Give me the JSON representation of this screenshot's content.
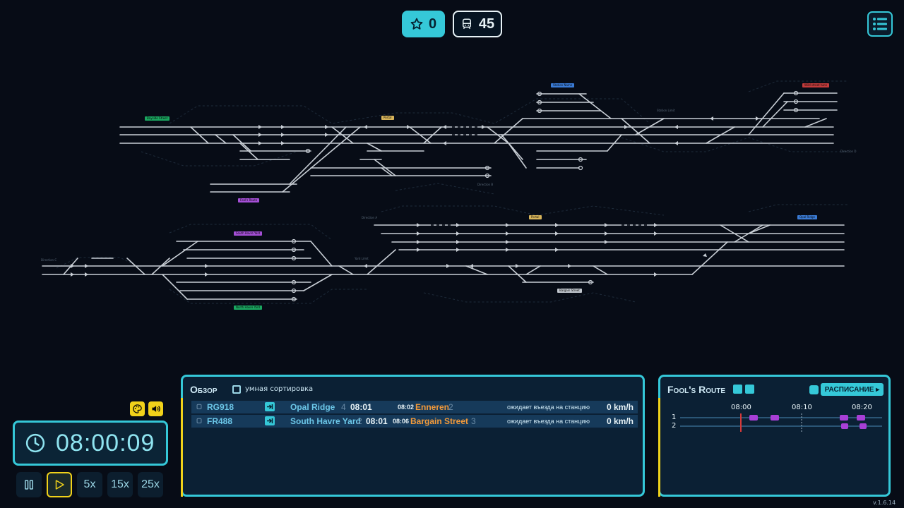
{
  "top_bar": {
    "stars_icon": "star-icon",
    "stars_count": "0",
    "trains_icon": "train-icon",
    "trains_count": "45",
    "menu_icon": "list-menu-icon"
  },
  "map": {
    "station_labels": [
      {
        "text": "Bayside Street",
        "color": "#1aa760"
      },
      {
        "text": "Portal",
        "color": "#d7b45a"
      },
      {
        "text": "Fool's Route",
        "color": "#a44fd6"
      },
      {
        "text": "Station Name",
        "color": "#3a7bd5"
      },
      {
        "text": "Wild street tunn",
        "color": "#c23b3b"
      },
      {
        "text": "South Havre Yard",
        "color": "#a44fd6"
      },
      {
        "text": "North Havre Yard",
        "color": "#1aa760"
      },
      {
        "text": "Portal",
        "color": "#d7b45a"
      },
      {
        "text": "Opal Ridge",
        "color": "#3a7bd5"
      },
      {
        "text": "Bargain Street",
        "color": "#bfc5cc"
      }
    ],
    "small_texts": [
      "Direction A",
      "Direction B",
      "Direction C",
      "Yard Limit",
      "Station Limit",
      "Direction D"
    ]
  },
  "controls": {
    "palette_icon": "palette-icon",
    "sound_icon": "speaker-icon",
    "clock_icon": "clock-icon",
    "time": "08:00:09",
    "pause_icon": "pause-icon",
    "play_icon": "play-icon",
    "speeds": [
      "5x",
      "15x",
      "25x"
    ]
  },
  "overview": {
    "title": "Обзор",
    "smart_sort_label": "умная сортировка",
    "rows": [
      {
        "id": "RG918",
        "from": "Opal Ridge",
        "from_track": "4",
        "dep": "08:01",
        "arr_time": "08:02",
        "to": "Enneren",
        "to_track": "2",
        "status": "ожидает въезда на станцию",
        "speed": "0 km/h"
      },
      {
        "id": "FR488",
        "from": "South Havre Yard",
        "from_track": "2",
        "dep": "08:01",
        "arr_time": "08:06",
        "to": "Bargain Street",
        "to_track": "3",
        "status": "ожидает въезда на станцию",
        "speed": "0 km/h"
      }
    ]
  },
  "route": {
    "title": "Fool's Route",
    "schedule_label": "РАСПИСАНИЕ",
    "help_icon": "help-icon",
    "times": [
      "08:00",
      "08:10",
      "08:20"
    ],
    "tracks": [
      "1",
      "2"
    ],
    "accent": "#a83fd6"
  },
  "version": "v.1.6.14",
  "colors": {
    "accent": "#35c8d8",
    "highlight": "#f1d21a",
    "panel": "#0b2034"
  }
}
